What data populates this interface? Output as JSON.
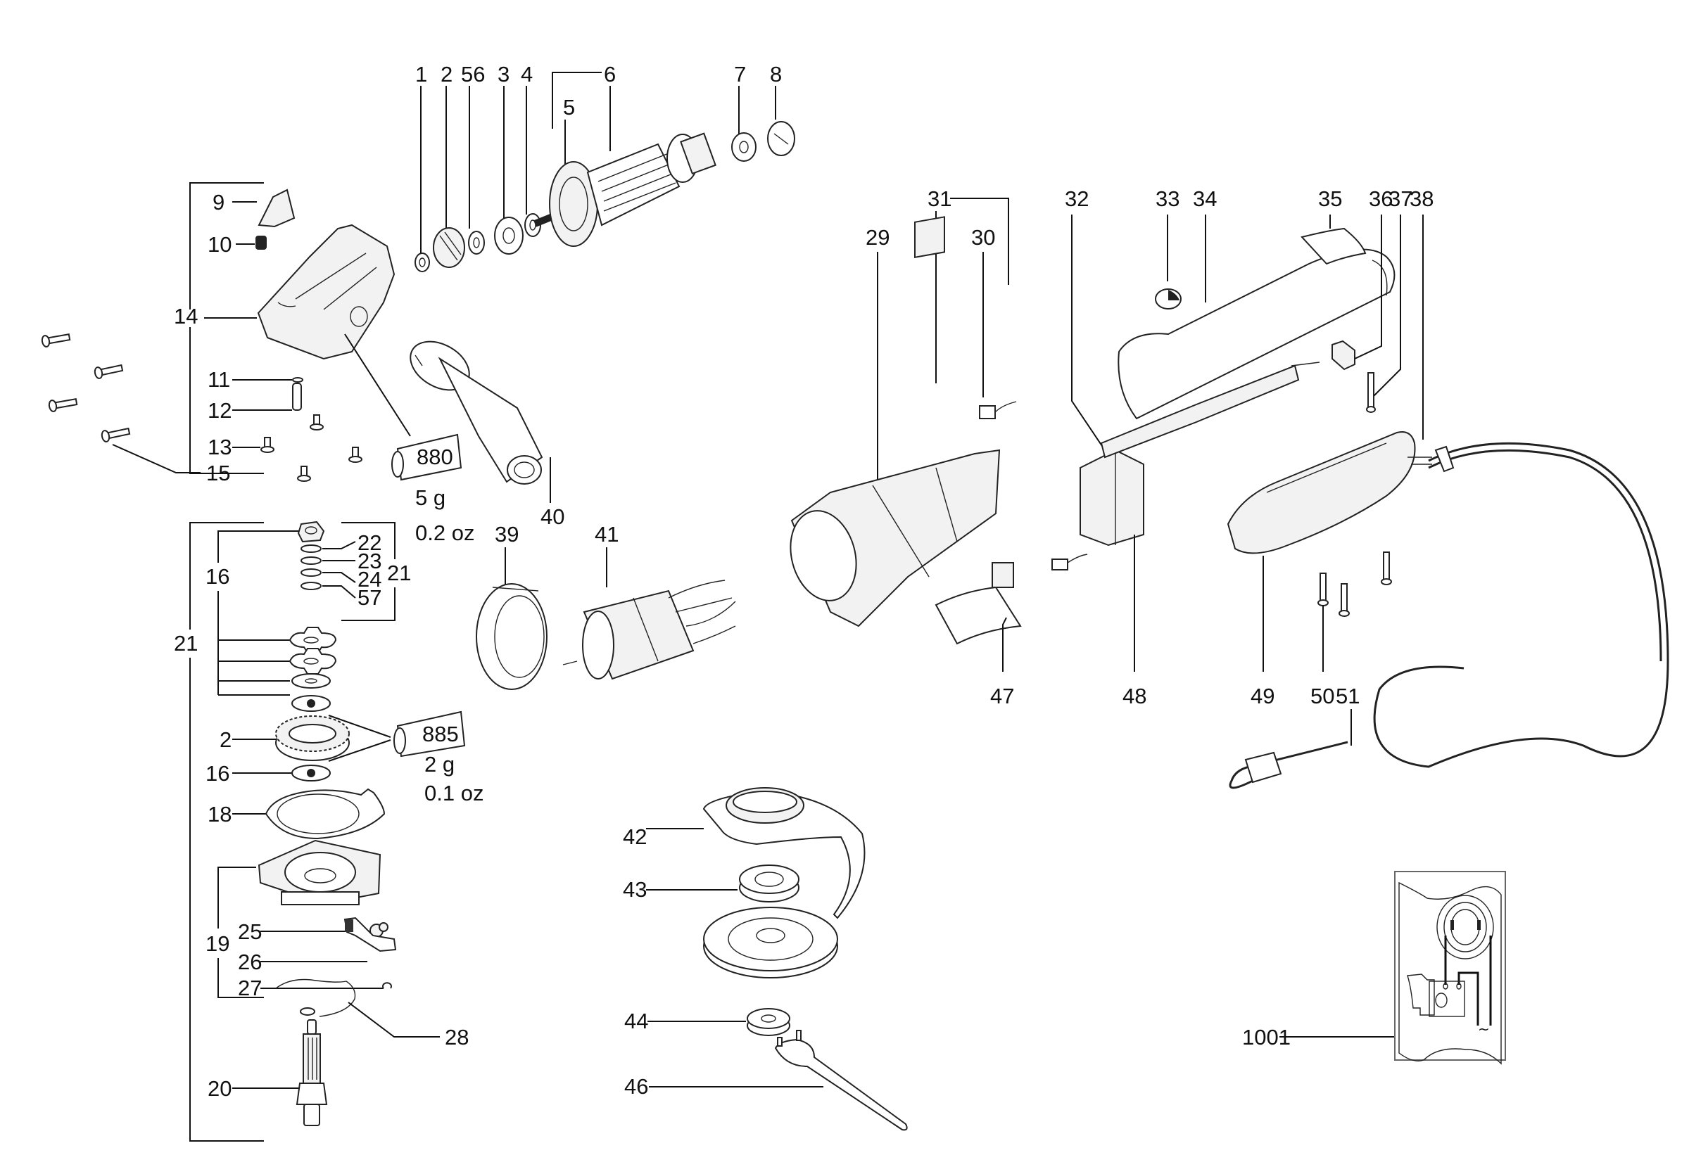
{
  "diagram": {
    "title": "Angle grinder exploded parts diagram",
    "labels": {
      "p1": "1",
      "p2": "2",
      "p56": "56",
      "p3": "3",
      "p4": "4",
      "p5": "5",
      "p6": "6",
      "p7": "7",
      "p8": "8",
      "p9": "9",
      "p10": "10",
      "p11": "11",
      "p12": "12",
      "p13": "13",
      "p14": "14",
      "p15": "15",
      "p16a": "16",
      "p16b": "16",
      "p2b": "2",
      "p18": "18",
      "p19": "19",
      "p20": "20",
      "p21a": "21",
      "p21b": "21",
      "p22": "22",
      "p23": "23",
      "p24": "24",
      "p57": "57",
      "p25": "25",
      "p26": "26",
      "p27": "27",
      "p28": "28",
      "p29": "29",
      "p30": "30",
      "p31": "31",
      "p32": "32",
      "p33": "33",
      "p34": "34",
      "p35": "35",
      "p36": "36",
      "p37": "37",
      "p38": "38",
      "p39": "39",
      "p40": "40",
      "p41": "41",
      "p42": "42",
      "p43": "43",
      "p44": "44",
      "p46": "46",
      "p47": "47",
      "p48": "48",
      "p49": "49",
      "p50": "50",
      "p51": "51",
      "p1001": "1001"
    },
    "grease": [
      {
        "code": "880",
        "amount_g": "5 g",
        "amount_oz": "0.2 oz"
      },
      {
        "code": "885",
        "amount_g": "2 g",
        "amount_oz": "0.1 oz"
      }
    ],
    "wiring_symbol": "~"
  }
}
